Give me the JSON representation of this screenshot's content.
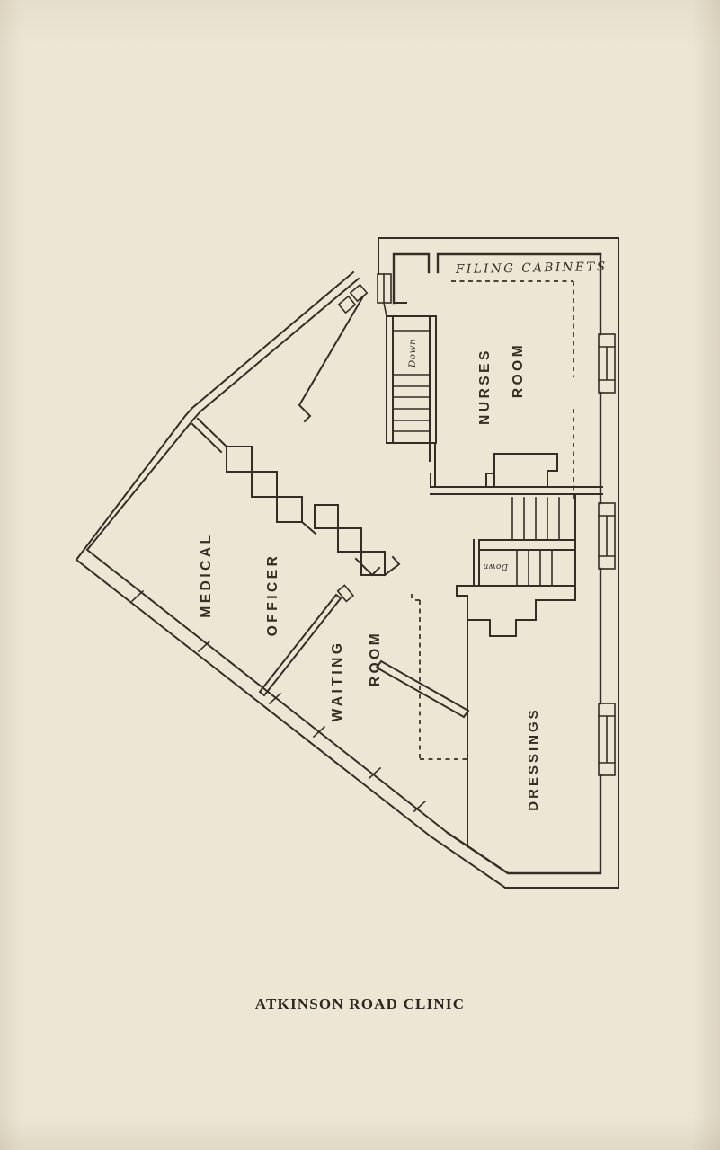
{
  "colors": {
    "paper": "#ece6d4",
    "ink": "#332e26"
  },
  "caption": "ATKINSON ROAD CLINIC",
  "plan": {
    "labels": {
      "medical": "MEDICAL",
      "officer": "OFFICER",
      "waiting": "WAITING",
      "waiting_room": "ROOM",
      "nurses": "NURSES",
      "nurses_room": "ROOM",
      "dressings": "DRESSINGS",
      "filing_cabinets": "FILING CABINETS",
      "stair_top_down": "Down",
      "stair_mid_down": "Down"
    }
  }
}
